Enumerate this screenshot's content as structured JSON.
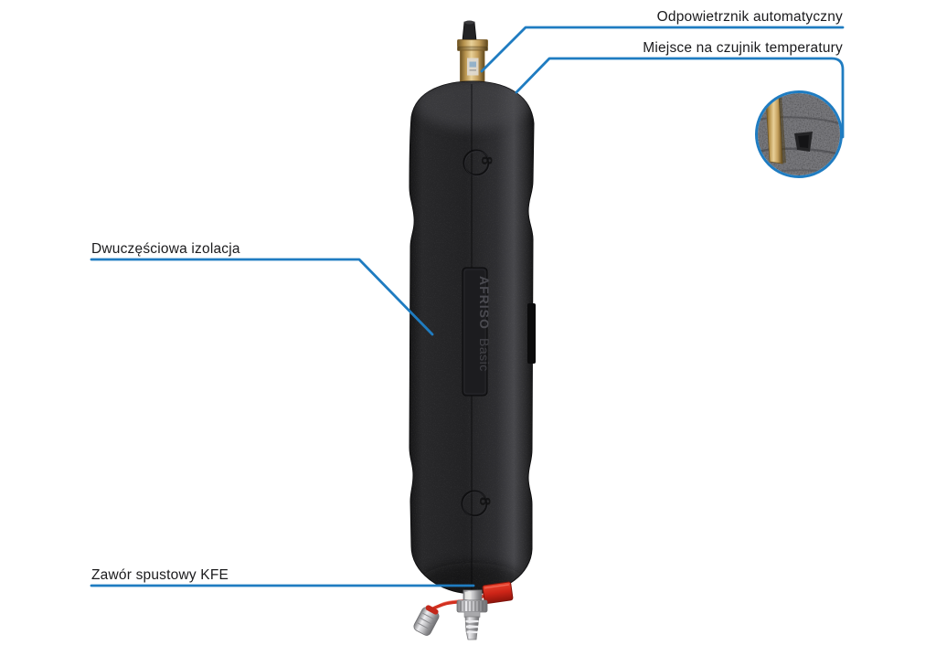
{
  "page": {
    "background_color": "#ffffff",
    "accent_color": "#1f7cc1"
  },
  "callouts": {
    "air_vent": {
      "label": "Odpowietrznik automatyczny"
    },
    "temp_sensor": {
      "label": "Miejsce na czujnik temperatury"
    },
    "insulation": {
      "label": "Dwuczęściowa izolacja"
    },
    "drain_valve": {
      "label": "Zawór spustowy KFE"
    }
  },
  "product": {
    "emboss": {
      "brand": "AFRISO",
      "series": "Basic",
      "mark": "8"
    },
    "colors": {
      "foam": "#232325",
      "brass": "#c7a765",
      "chrome": "#c3c3c6",
      "handle_red": "#cd2417"
    }
  }
}
